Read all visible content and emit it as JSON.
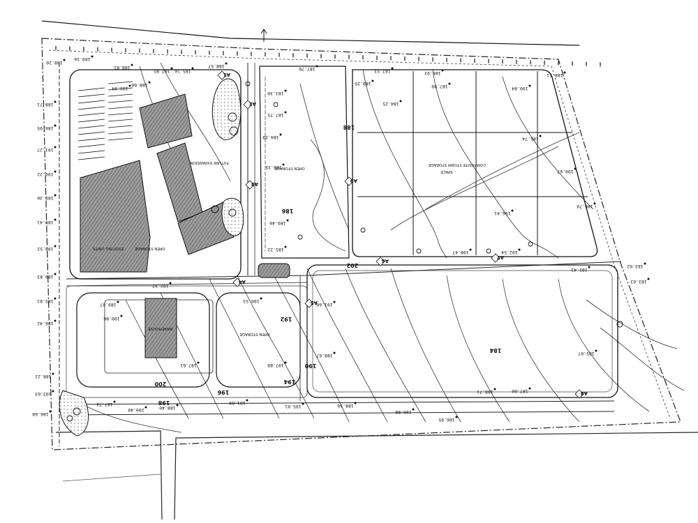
{
  "drawing": {
    "area_labels": [
      "OPEN STORAGE",
      "COMPOSITE STORM STORAGE",
      "FUTURE EXPANSION",
      "OPEN STORAGE",
      "OPEN STORAGE",
      "EXISTING UNITS",
      "WAREHOUSE",
      "SPACE"
    ],
    "spot_elevations": [
      "188.20",
      "189.16",
      "188.81",
      "187.85",
      "188.57",
      "187.70",
      "187.53",
      "188.93",
      "188.11",
      "188.71",
      "186.95",
      "191.27",
      "190.22",
      "189.36",
      "189.41",
      "190.52",
      "189.83",
      "185.91",
      "186.42",
      "188.22",
      "193.03",
      "186.68",
      "192.94",
      "188.06",
      "185.16",
      "183.30",
      "187.75",
      "184.39",
      "188.35",
      "189.40",
      "185.22",
      "189.35",
      "184.25",
      "187.99",
      "190.84",
      "185.74",
      "190.67",
      "186.79",
      "196.41",
      "198.47",
      "192.54",
      "192.43",
      "183.02",
      "183.63",
      "185.07",
      "187.66",
      "188.71",
      "186.95",
      "190.88",
      "188.56",
      "195.01",
      "181.89",
      "188.40",
      "200.40",
      "187.73",
      "189.07",
      "190.86",
      "192.37",
      "190.53",
      "191.60",
      "188.67",
      "197.89",
      "187.61"
    ],
    "contour_labels": [
      "188",
      "186",
      "190",
      "192",
      "194",
      "196",
      "198",
      "200",
      "184",
      "202"
    ],
    "grid_tags": [
      "A1",
      "A2",
      "A3",
      "A4",
      "A5",
      "A6",
      "A7",
      "A8",
      "A9"
    ]
  }
}
